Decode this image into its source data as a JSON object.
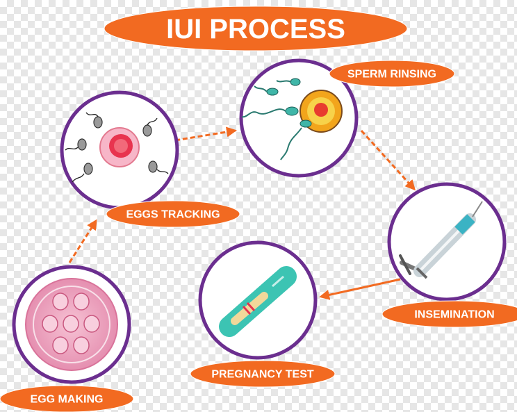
{
  "title": "IUI PROCESS",
  "steps": [
    {
      "label": "EGG MAKING",
      "icon": "egg-cells-icon"
    },
    {
      "label": "EGGS TRACKING",
      "icon": "egg-sperm-icon"
    },
    {
      "label": "SPERM RINSING",
      "icon": "sperm-fertilization-icon"
    },
    {
      "label": "INSEMINATION",
      "icon": "syringe-icon"
    },
    {
      "label": "PREGNANCY TEST",
      "icon": "pregnancy-test-icon"
    }
  ],
  "colors": {
    "accent": "#f26a21",
    "ring": "#6b2e8f",
    "label_text": "#ffffff"
  }
}
